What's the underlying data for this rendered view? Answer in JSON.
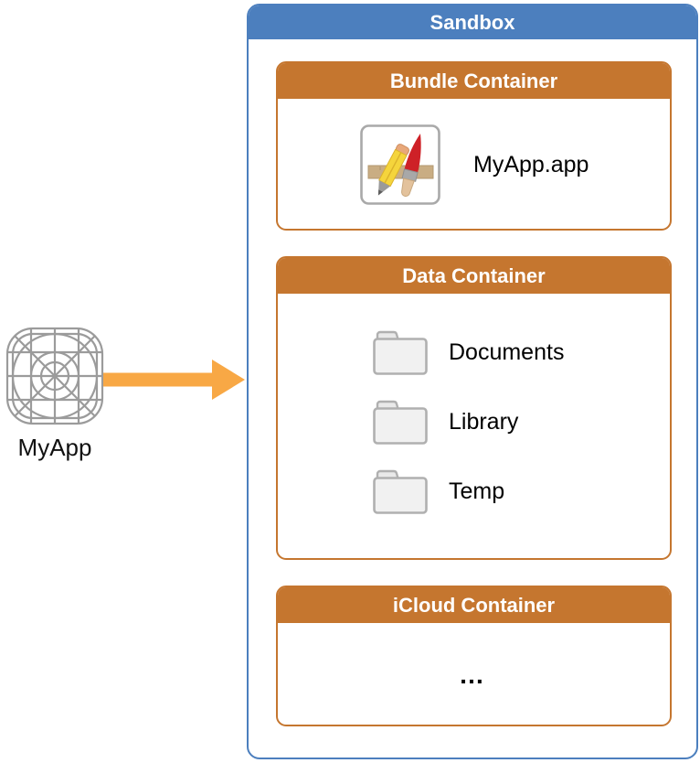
{
  "app": {
    "label": "MyApp"
  },
  "sandbox": {
    "title": "Sandbox",
    "bundle": {
      "title": "Bundle Container",
      "app_name": "MyApp.app"
    },
    "data": {
      "title": "Data Container",
      "folders": [
        "Documents",
        "Library",
        "Temp"
      ]
    },
    "icloud": {
      "title": "iCloud Container",
      "ellipsis": "…"
    }
  },
  "colors": {
    "blue": "#4C7FBE",
    "orange": "#C5762F",
    "arrow": "#F8A845",
    "icon-gray": "#9B9B9B"
  }
}
